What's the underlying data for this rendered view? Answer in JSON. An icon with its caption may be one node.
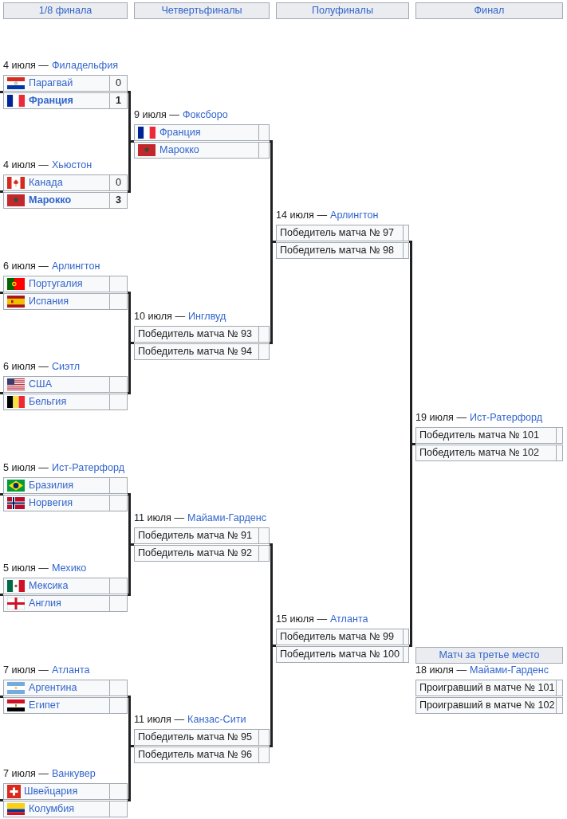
{
  "diagram": {
    "nodes": [
      {
        "text": [
          "1/8 финала"
        ]
      },
      {
        "text": [
          "Четвертьфиналы"
        ]
      },
      {
        "text": [
          "Полуфиналы"
        ]
      },
      {
        "text": [
          "Финал"
        ]
      },
      {
        "text": [
          "4 июля —",
          "Филадельфия",
          "Парагвай",
          "0",
          "Франция",
          "1"
        ]
      },
      {
        "text": [
          "4 июля —",
          "Хьюстон",
          "Канада",
          "0",
          "Марокко",
          "3"
        ]
      },
      {
        "text": [
          "6 июля —",
          "Арлингтон",
          "Португалия",
          "Испания"
        ]
      },
      {
        "text": [
          "6 июля —",
          "Сиэтл",
          "США",
          "Бельгия"
        ]
      },
      {
        "text": [
          "5 июля —",
          "Ист-Ратерфорд",
          "Бразилия",
          "Норвегия"
        ]
      },
      {
        "text": [
          "5 июля —",
          "Мехико",
          "Мексика",
          "Англия"
        ]
      },
      {
        "text": [
          "7 июля —",
          "Атланта",
          "Аргентина",
          "Египет"
        ]
      },
      {
        "text": [
          "7 июля —",
          "Ванкувер",
          "Швейцария",
          "Колумбия"
        ]
      },
      {
        "text": [
          "9 июля —",
          "Фоксборо",
          "Франция",
          "Марокко"
        ]
      },
      {
        "text": [
          "10 июля —",
          "Инглвуд",
          "Победитель матча № 93",
          "Победитель матча № 94"
        ]
      },
      {
        "text": [
          "11 июля —",
          "Майами-Гарденс",
          "Победитель матча № 91",
          "Победитель матча № 92"
        ]
      },
      {
        "text": [
          "11 июля —",
          "Канзас-Сити",
          "Победитель матча № 95",
          "Победитель матча № 96"
        ]
      },
      {
        "text": [
          "14 июля —",
          "Арлингтон",
          "Победитель матча № 97",
          "Победитель матча № 98"
        ]
      },
      {
        "text": [
          "15 июля —",
          "Атланта",
          "Победитель матча № 99",
          "Победитель матча № 100"
        ]
      },
      {
        "text": [
          "19 июля —",
          "Ист-Ратерфорд",
          "Победитель матча № 101",
          "Победитель матча № 102"
        ]
      },
      {
        "text": [
          "Матч за третье место"
        ]
      },
      {
        "text": [
          "18 июля —",
          "Майами-Гарденс",
          "Проигравший в матче № 101",
          "Проигравший в матче № 102"
        ]
      }
    ],
    "edges": [
      {
        "from": 4,
        "to": 12,
        "arrow": "none"
      },
      {
        "from": 5,
        "to": 12,
        "arrow": "none"
      },
      {
        "from": 6,
        "to": 13,
        "arrow": "none"
      },
      {
        "from": 7,
        "to": 13,
        "arrow": "none"
      },
      {
        "from": 8,
        "to": 14,
        "arrow": "none"
      },
      {
        "from": 9,
        "to": 14,
        "arrow": "none"
      },
      {
        "from": 10,
        "to": 15,
        "arrow": "none"
      },
      {
        "from": 11,
        "to": 15,
        "arrow": "none"
      },
      {
        "from": 12,
        "to": 16,
        "arrow": "none"
      },
      {
        "from": 13,
        "to": 16,
        "arrow": "none"
      },
      {
        "from": 14,
        "to": 17,
        "arrow": "none"
      },
      {
        "from": 15,
        "to": 17,
        "arrow": "none"
      },
      {
        "from": 16,
        "to": 18,
        "arrow": "none"
      },
      {
        "from": 17,
        "to": 18,
        "arrow": "none"
      }
    ]
  }
}
